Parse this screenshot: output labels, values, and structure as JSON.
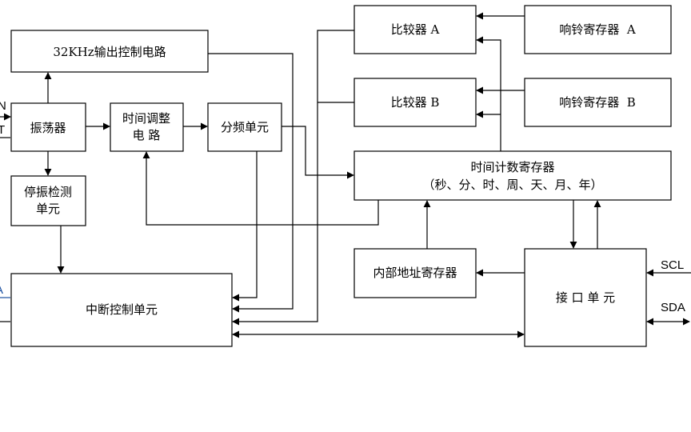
{
  "blocks": {
    "out32k": "32KHz输出控制电路",
    "osc": "振荡器",
    "time_adj_1": "时间调整",
    "time_adj_2": "电 路",
    "divider": "分频单元",
    "stop_det_1": "停振检测",
    "stop_det_2": "单元",
    "interrupt": "中断控制单元",
    "cmp_a": "比较器 A",
    "cmp_b": "比较器 B",
    "alarm_a": "响铃寄存器  A",
    "alarm_b": "响铃寄存器  B",
    "time_reg_1": "时间计数寄存器",
    "time_reg_2": "（秒、分、时、周、天、月、年）",
    "addr_reg": "内部地址寄存器",
    "interface": "接 口 单 元"
  },
  "pins": {
    "left_top": "N",
    "left_mid": "T",
    "left_bottom": "A",
    "scl": "SCL",
    "sda": "SDA"
  },
  "colors": {
    "stroke": "#000000",
    "background": "#ffffff",
    "cut_label": "#1a4fa0"
  }
}
